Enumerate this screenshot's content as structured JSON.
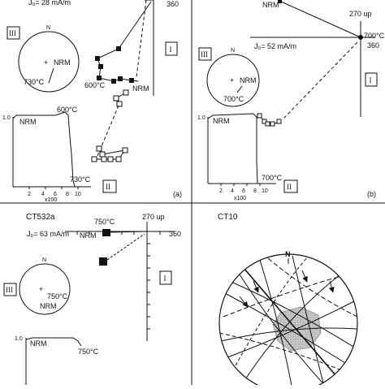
{
  "panel_a": {
    "intensity": "J₀= 28 mA/m",
    "axis_360": "360",
    "stereonet_north": "N",
    "stereonet_nrm": "NRM",
    "stereonet_temp": "730°C",
    "zij_temp_600": "600°C",
    "zij_nrm": "NRM",
    "demag_ytick": "1.0",
    "demag_nrm": "NRM",
    "demag_temp_600": "600°C",
    "demag_temp_730": "730°C",
    "x_ticks": [
      "2",
      "4",
      "6",
      "8",
      "10"
    ],
    "x_multiplier": "x100",
    "box_I": "I",
    "box_II": "II",
    "box_III": "III",
    "panel_letter": "(a)"
  },
  "panel_b": {
    "nrm_top": "NRM",
    "axis_270": "270 up",
    "intensity": "J₀= 52 mA/m",
    "temp_700_axis": "700°C",
    "axis_360": "360",
    "stereonet_north": "N",
    "stereonet_nrm": "NRM",
    "stereonet_temp": "700°C",
    "demag_ytick": "1.0",
    "demag_nrm": "NRM",
    "demag_temp_700": "700°C",
    "x_ticks": [
      "2",
      "4",
      "6",
      "8",
      "10"
    ],
    "x_multiplier": "x100",
    "box_I": "I",
    "box_II": "II",
    "box_III": "III",
    "panel_letter": "(b)"
  },
  "panel_c": {
    "title": "CT532a",
    "temp_750": "750°C",
    "axis_270": "270 up",
    "intensity": "J₀= 63 mA/m",
    "zij_nrm": "NRM",
    "axis_360": "360",
    "stereonet_north": "N",
    "stereonet_temp": "750°C",
    "stereonet_nrm": "NRM",
    "demag_ytick": "1.0",
    "demag_nrm": "NRM",
    "demag_temp_750": "750°C",
    "box_I": "I",
    "box_III": "III"
  },
  "panel_d": {
    "title": "CT10",
    "north": "N"
  }
}
